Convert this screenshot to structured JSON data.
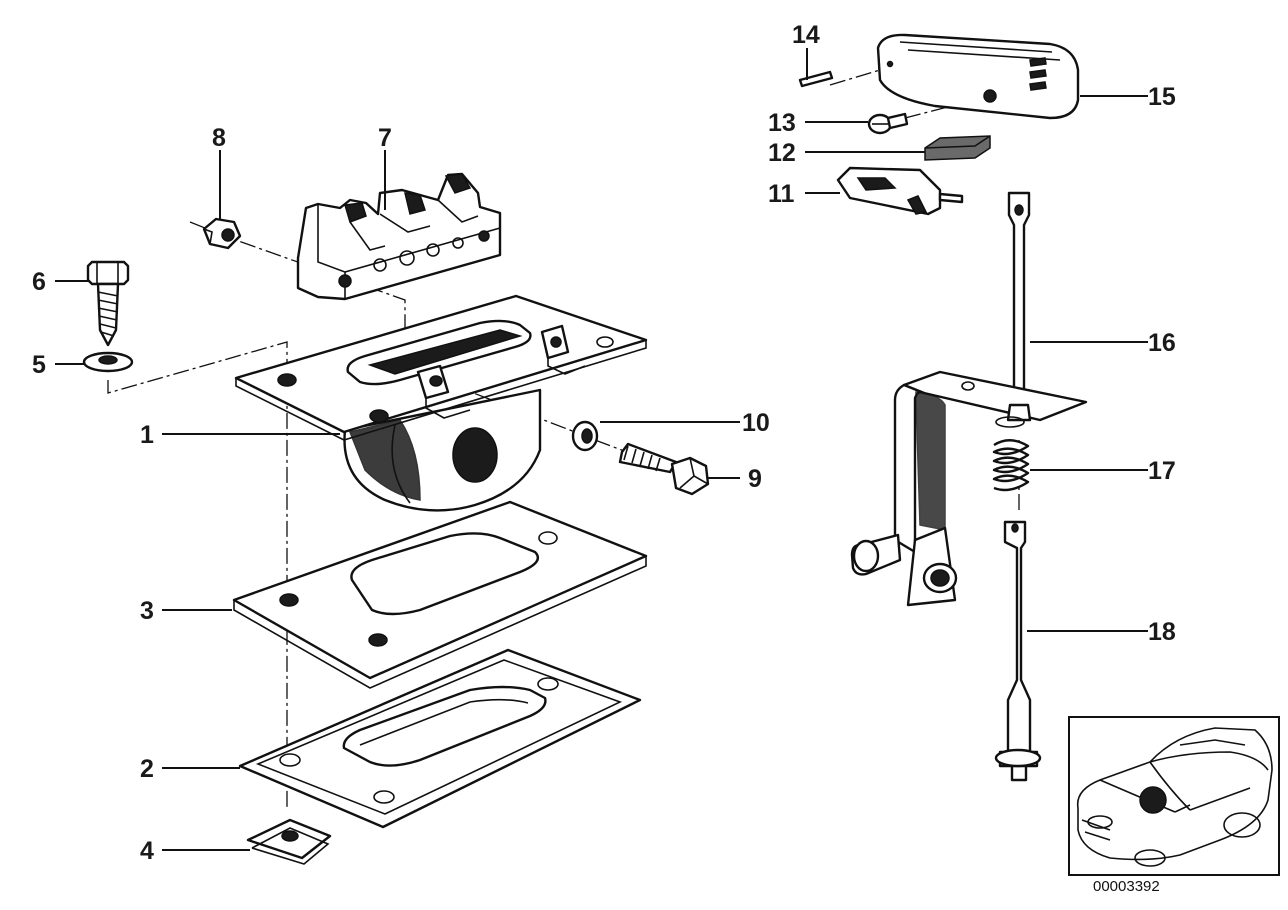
{
  "callouts": [
    "1",
    "2",
    "3",
    "4",
    "5",
    "6",
    "7",
    "8",
    "9",
    "10",
    "11",
    "12",
    "13",
    "14",
    "15",
    "16",
    "17",
    "18"
  ],
  "diagram_code": "00003392"
}
